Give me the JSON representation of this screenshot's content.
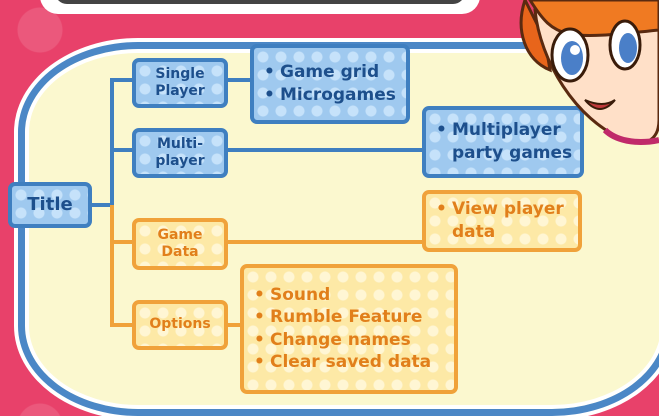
{
  "root": {
    "label": "Title"
  },
  "single_player": {
    "label_line1": "Single",
    "label_line2": "Player",
    "items": [
      "Game grid",
      "Microgames"
    ]
  },
  "multiplayer": {
    "label_line1": "Multi-",
    "label_line2": "player",
    "items": [
      "Multiplayer",
      "party games"
    ]
  },
  "game_data": {
    "label_line1": "Game",
    "label_line2": "Data",
    "items": [
      "View player",
      "data"
    ]
  },
  "options": {
    "label": "Options",
    "items": [
      "Sound",
      "Rumble Feature",
      "Change names",
      "Clear saved data"
    ]
  },
  "colors": {
    "background": "#e8416a",
    "panel": "#fbf8cf",
    "blue_border": "#3f7fc0",
    "orange_border": "#f0a23a"
  }
}
